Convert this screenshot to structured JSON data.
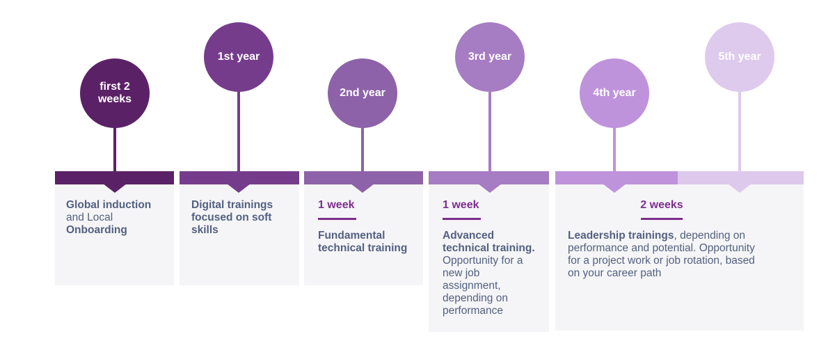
{
  "theme": {
    "c1": "#5b2166",
    "c2": "#763c8c",
    "c3": "#8d62a9",
    "c4": "#a67cc3",
    "c5": "#bf93dc",
    "c6": "#decaed",
    "c6bar": "#ddc9ec",
    "box-bg": "#f5f5f7",
    "text": "#536080",
    "accent": "#7c2d8e"
  },
  "timeline": {
    "circles": [
      {
        "label": "first 2 weeks"
      },
      {
        "label": "1st year"
      },
      {
        "label": "2nd year"
      },
      {
        "label": "3rd year"
      },
      {
        "label": "4th year"
      },
      {
        "label": "5th year"
      }
    ],
    "boxes": [
      {
        "bold_1": "Global induction",
        "normal_1": "and Local",
        "bold_2": "Onboarding"
      },
      {
        "heading": "Digital trainings focused on soft skills"
      },
      {
        "duration": "1 week",
        "heading": "Fundamental technical training"
      },
      {
        "duration": "1 week",
        "heading": "Advanced technical training.",
        "body": " Opportunity for a new job assignment, depending on performance"
      },
      {
        "duration": "2 weeks",
        "heading": "Leadership trainings",
        "body": ", depending on performance and potential. Opportunity for a project work or job rotation, based on your career path"
      }
    ]
  }
}
